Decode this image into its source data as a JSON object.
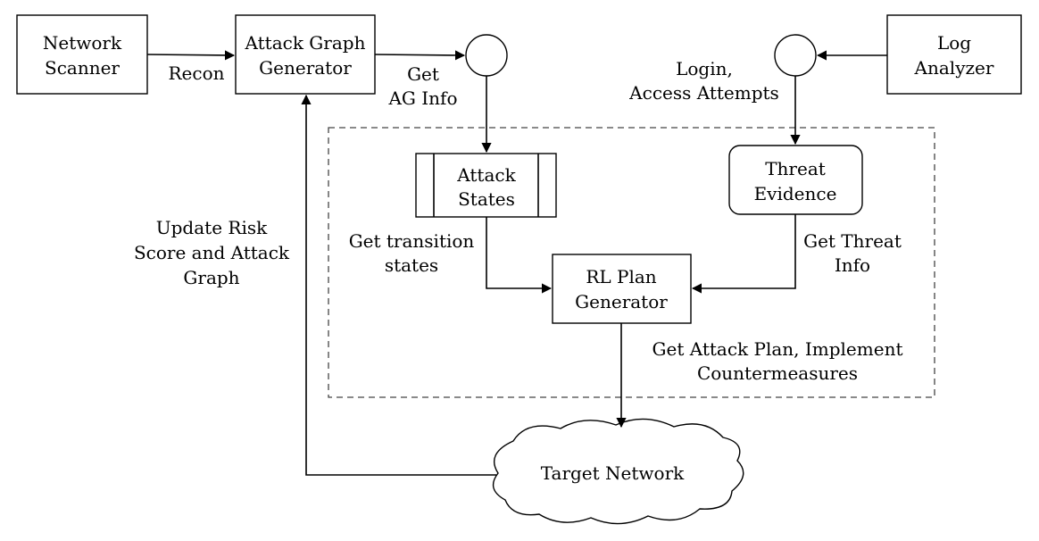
{
  "nodes": {
    "network_scanner": [
      "Network",
      "Scanner"
    ],
    "attack_graph_generator": [
      "Attack Graph",
      "Generator"
    ],
    "log_analyzer": [
      "Log",
      "Analyzer"
    ],
    "attack_states": [
      "Attack",
      "States"
    ],
    "threat_evidence": [
      "Threat",
      "Evidence"
    ],
    "rl_plan_generator": [
      "RL Plan",
      "Generator"
    ],
    "target_network": "Target Network"
  },
  "edges": {
    "recon": "Recon",
    "get_ag_info": [
      "Get",
      "AG Info"
    ],
    "login_access": [
      "Login,",
      "Access Attempts"
    ],
    "get_transition_states": [
      "Get transition",
      "states"
    ],
    "get_threat_info": [
      "Get Threat",
      "Info"
    ],
    "get_attack_plan": [
      "Get Attack Plan, Implement",
      "Countermeasures"
    ],
    "update_risk": [
      "Update Risk",
      "Score and Attack",
      "Graph"
    ]
  }
}
